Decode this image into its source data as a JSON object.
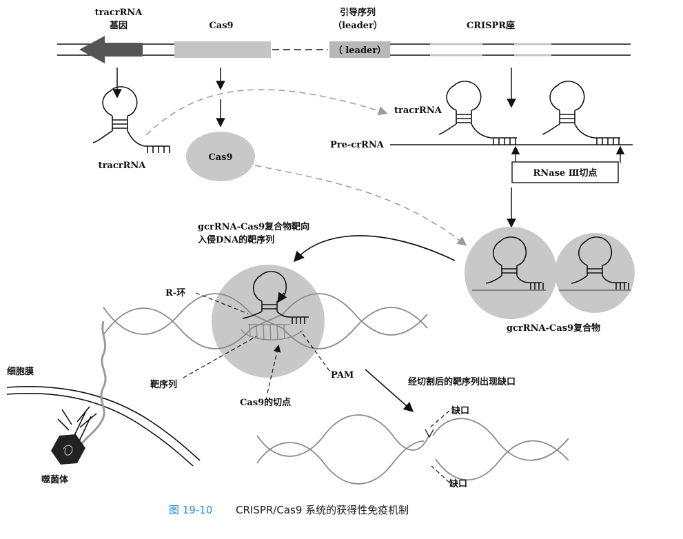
{
  "labels": {
    "tracrrna_gene_line1": "tracrRNA",
    "tracrrna_gene_line2": "基因",
    "cas9_gene": "Cas9",
    "leader_line1": "引导序列",
    "leader_line2": "（leader）",
    "leader_box": "（ leader）",
    "crispr_locus": "CRISPR座",
    "tracrrna_left": "tracrRNA",
    "cas9_protein": "Cas9",
    "tracrrna_right": "tracrRNA",
    "pre_crrna": "Pre-crRNA",
    "rnase_cut": "RNase Ⅲ切点",
    "targeting_line1": "gcrRNA-Cas9复合物靶向",
    "targeting_line2": "入侵DNA的靶序列",
    "r_loop": "R-环",
    "complex_label": "gcrRNA-Cas9复合物",
    "target_seq": "靶序列",
    "pam": "PAM",
    "cas9_cut": "Cas9的切点",
    "cell_membrane": "细胞膜",
    "phage": "噬菌体",
    "cut_result": "经切割后的靶序列出现缺口",
    "gap_top": "缺口",
    "gap_bottom": "缺口"
  },
  "caption": {
    "number": "图 19-10",
    "title": "CRISPR/Cas9 系统的获得性免疫机制"
  },
  "colors": {
    "accent": "#1e8fd6",
    "bubble": "#c8c8c8",
    "gene_dark": "#555555",
    "gene_light": "#c4c4c4"
  }
}
